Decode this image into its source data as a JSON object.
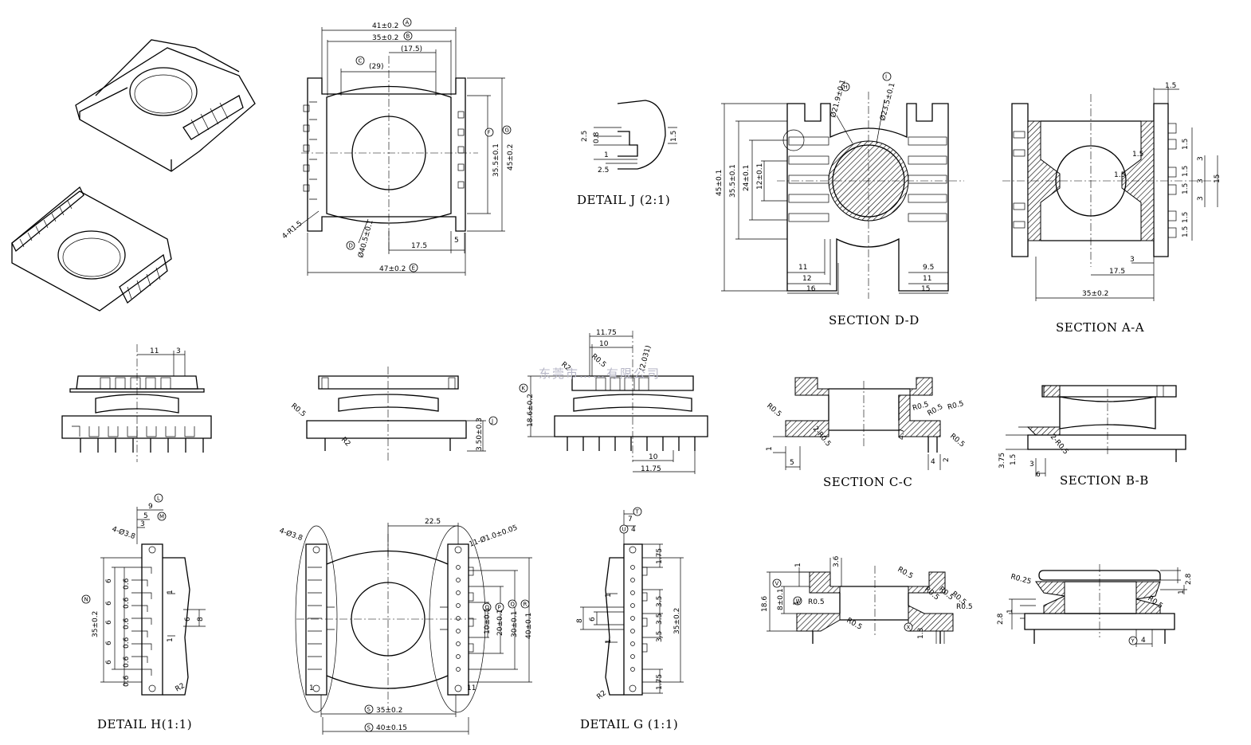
{
  "watermark": "东莞市……有限公司",
  "captions": {
    "detail_j": "DETAIL J (2:1)",
    "section_dd": "SECTION D-D",
    "section_aa": "SECTION A-A",
    "section_cc": "SECTION C-C",
    "section_bb": "SECTION B-B",
    "detail_h": "DETAIL H(1:1)",
    "detail_g": "DETAIL G (1:1)"
  },
  "top_view": {
    "d41": "41±0.2",
    "d35": "35±0.2",
    "d17_5a": "(17.5)",
    "d29": "(29)",
    "d35_5": "35.5±0.1",
    "d45": "45±0.2",
    "r": "4-R1.5",
    "dia": "Ø40.5±0.1",
    "d17_5b": "17.5",
    "d5": "5",
    "d47": "47±0.2",
    "b_a": "A",
    "b_b": "B",
    "b_c": "C",
    "b_f": "F",
    "b_g": "G",
    "b_d": "D",
    "b_e": "E"
  },
  "detail_j": {
    "d2_5a": "2.5",
    "d0_8": "0.8",
    "d1": "1",
    "d2_5b": "2.5",
    "d1_5": "1.5"
  },
  "section_dd": {
    "dia_a": "Ø21.9±0.1",
    "dia_b": "Ø23.5±0.1",
    "d45": "45±0.1",
    "d35_5": "35.5±0.1",
    "d24": "24±0.1",
    "d12": "12±0.1",
    "d11a": "11",
    "d12b": "12",
    "d16": "16",
    "d9_5": "9.5",
    "d11b": "11",
    "d15": "15",
    "b_h": "H",
    "b_i": "I"
  },
  "section_aa": {
    "d1_5top": "1.5",
    "d1_5a": "1.5",
    "d1_5b": "1.5",
    "d1_5c": "1.5",
    "d1_5d": "1.5",
    "d1_5e": "1.5",
    "d1_5f": "1.5",
    "d1_5g": "1.5",
    "d3a": "3",
    "d3b": "3",
    "d3c": "3",
    "d15": "15",
    "d17_5": "17.5",
    "d35": "35±0.2"
  },
  "front_a": {
    "d11": "11",
    "d3": "3"
  },
  "front_b": {
    "r05": "R0.5",
    "r2": "R2",
    "h": "3.50±0.3",
    "b_j": "J"
  },
  "front_c": {
    "d11_75a": "11.75",
    "d10a": "10",
    "r05": "R0.5",
    "r2": "R2",
    "ang": "(2.031)",
    "h": "18.6±0.2",
    "d10b": "10",
    "d11_75b": "11.75",
    "b_k": "K"
  },
  "section_cc": {
    "r05a": "R0.5",
    "r2r05": "2-R0.5",
    "r05b": "R0.5",
    "r05c": "R0.5",
    "r05d": "R0.5",
    "r05e": "R0.5",
    "d1": "1",
    "d5": "5",
    "d4_7": "4.7",
    "d4": "4",
    "d2": "2"
  },
  "section_bb": {
    "r2r05": "2-R0.5",
    "d3_75": "3.75",
    "d1_5": "1.5",
    "d3": "3",
    "d6": "6"
  },
  "detail_h": {
    "d9": "9",
    "d5": "5",
    "d3": "3",
    "holes": "4-Ø3.8",
    "d35": "35±0.2",
    "d6": "6",
    "d0_6": "0.6",
    "d1": "1",
    "d8": "8",
    "r2": "R2",
    "b_l": "L",
    "b_m": "M",
    "b_n": "N"
  },
  "bottom_view": {
    "holes": "4-Ø3.8",
    "d22_5": "22.5",
    "pins": "11-Ø1.0±0.05",
    "d10": "10±0.1",
    "d20": "20±0.1",
    "d30": "30±0.1",
    "d40": "40±0.1",
    "d35": "35±0.2",
    "d40b": "40±0.15",
    "p1": "1",
    "p11": "11",
    "b_o": "O",
    "b_p": "P",
    "b_q": "Q",
    "b_r": "R",
    "b_s": "S"
  },
  "detail_g": {
    "d7": "7",
    "d4": "4",
    "d1_75a": "1.75",
    "d1": "1",
    "d8": "8",
    "d6": "6",
    "d3_5": "3.5",
    "d35": "35±0.2",
    "d1_75b": "1.75",
    "r2": "R2",
    "b_t": "T",
    "b_u": "U"
  },
  "section_e": {
    "d1": "1",
    "d3_6": "3.6",
    "d18_6": "18.6",
    "d8": "8±0.1",
    "d1b": "1",
    "r05a": "R0.5",
    "r05b": "R0.5",
    "r05c": "R0.5",
    "r05d": "R0.5",
    "r05e": "R0.5",
    "d1_3": "1.3",
    "b_v": "V",
    "b_w": "W",
    "b_x": "X"
  },
  "section_f": {
    "r025": "R0.25",
    "d2_8a": "2.8",
    "d1": "1",
    "d2_8b": "2.8",
    "d1b": "1",
    "r05": "R0.5",
    "d4": "4",
    "b_y": "Y"
  }
}
